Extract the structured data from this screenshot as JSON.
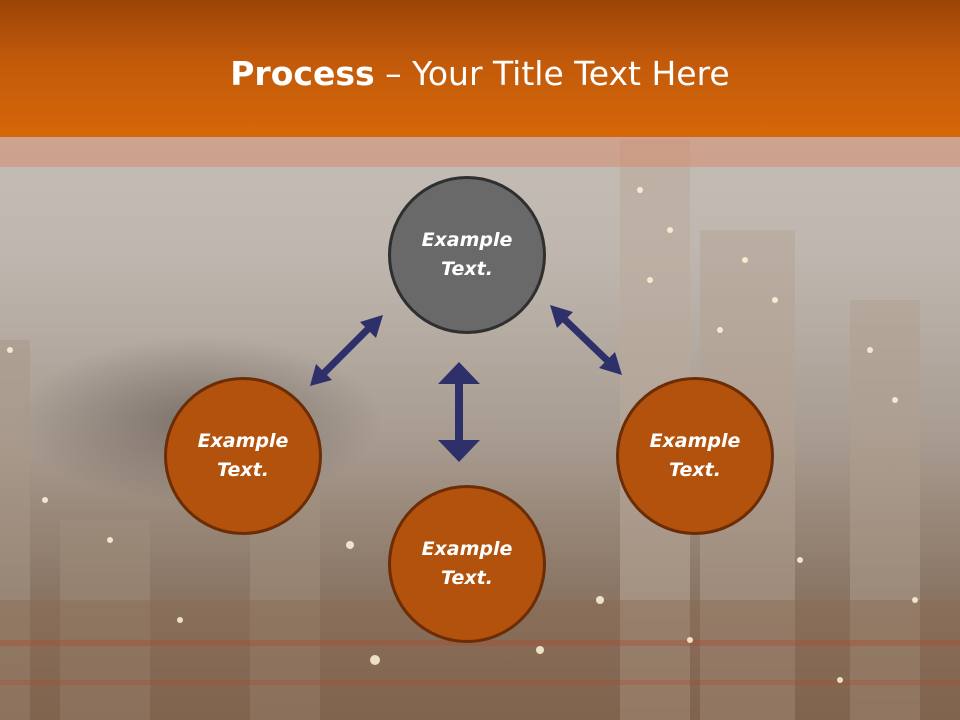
{
  "slide": {
    "title_bold": "Process",
    "title_rest": " – Your Title Text Here"
  },
  "nodes": [
    {
      "line1": "Example",
      "line2": "Text.",
      "fill": "gray"
    },
    {
      "line1": "Example",
      "line2": "Text.",
      "fill": "orange"
    },
    {
      "line1": "Example",
      "line2": "Text.",
      "fill": "orange"
    },
    {
      "line1": "Example",
      "line2": "Text.",
      "fill": "orange"
    }
  ],
  "colors": {
    "header": "#c25a0b",
    "node_gray": "#696969",
    "node_orange": "#b2520d",
    "arrow": "#2e3169"
  }
}
